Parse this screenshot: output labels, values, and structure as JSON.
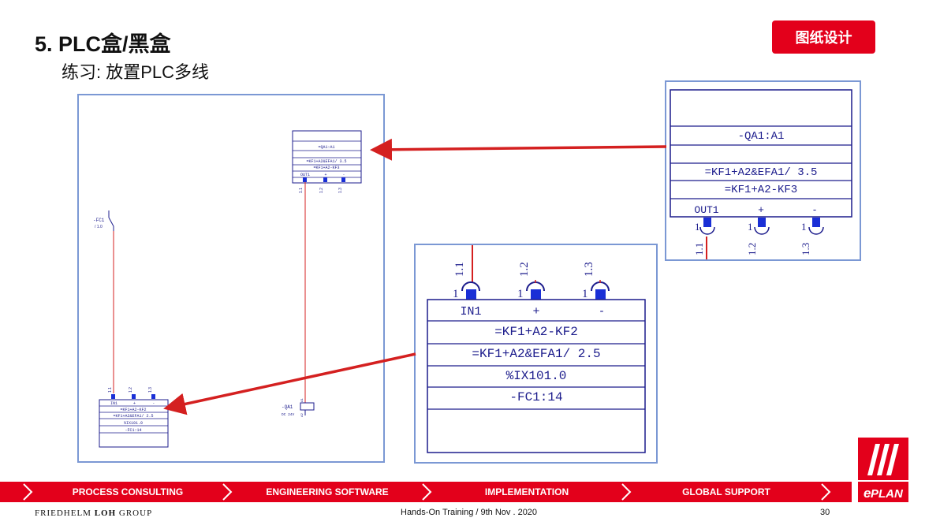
{
  "header": {
    "title": "5. PLC盒/黑盒",
    "subtitle": "练习: 放置PLC多线",
    "badge": "图纸设计"
  },
  "schematic_overview": {
    "top_box": {
      "rows": [
        "=QA1:A1",
        "",
        "=KF1+A2&EFA1/ 3.5",
        "=KF1+A2-KF3"
      ],
      "ports": [
        "OUT1",
        "+",
        "-"
      ],
      "pins": [
        "1.1",
        "1.2",
        "1.3"
      ]
    },
    "bottom_box": {
      "ports": [
        "IN1",
        "+",
        "-"
      ],
      "rows": [
        "=KF1+A2-KF2",
        "=KF1+A2&EFA1/ 2.5",
        "%IX101.0",
        "-FC1:14"
      ],
      "pins": [
        "1.1",
        "1.2",
        "1.3"
      ]
    },
    "switch_label": "-FC1",
    "switch_sub": "/ 1.0",
    "coil_label": "-QA1",
    "coil_sub": "DC 24V",
    "coil_pins": [
      "A1",
      "A2"
    ]
  },
  "zoom_top": {
    "rows": [
      "",
      "-QA1:A1",
      "",
      "=KF1+A2&EFA1/ 3.5",
      "=KF1+A2-KF3"
    ],
    "ports": [
      "OUT1",
      "+",
      "-"
    ],
    "pin_numbers": [
      "1",
      "1",
      "1"
    ],
    "pins": [
      "1.1",
      "1.2",
      "1.3"
    ]
  },
  "zoom_bottom": {
    "pins": [
      "1.1",
      "1.2",
      "1.3"
    ],
    "pin_numbers": [
      "1",
      "1",
      "1"
    ],
    "ports": [
      "IN1",
      "+",
      "-"
    ],
    "rows": [
      "=KF1+A2-KF2",
      "=KF1+A2&EFA1/ 2.5",
      "%IX101.0",
      "-FC1:14",
      ""
    ]
  },
  "footer": {
    "items": [
      "PROCESS CONSULTING",
      "ENGINEERING SOFTWARE",
      "IMPLEMENTATION",
      "GLOBAL SUPPORT"
    ],
    "company_a": "FRIEDHELM ",
    "company_b": "LOH",
    "company_c": " GROUP",
    "event": "Hands-On Training / 9th Nov . 2020",
    "page": "30",
    "logo_text": "PLAN",
    "logo_e": "e"
  },
  "colors": {
    "brand_red": "#e3001b",
    "panel_border": "#7b98d4",
    "schematic_blue": "#1c1c8c",
    "wire_red": "#d42020"
  }
}
